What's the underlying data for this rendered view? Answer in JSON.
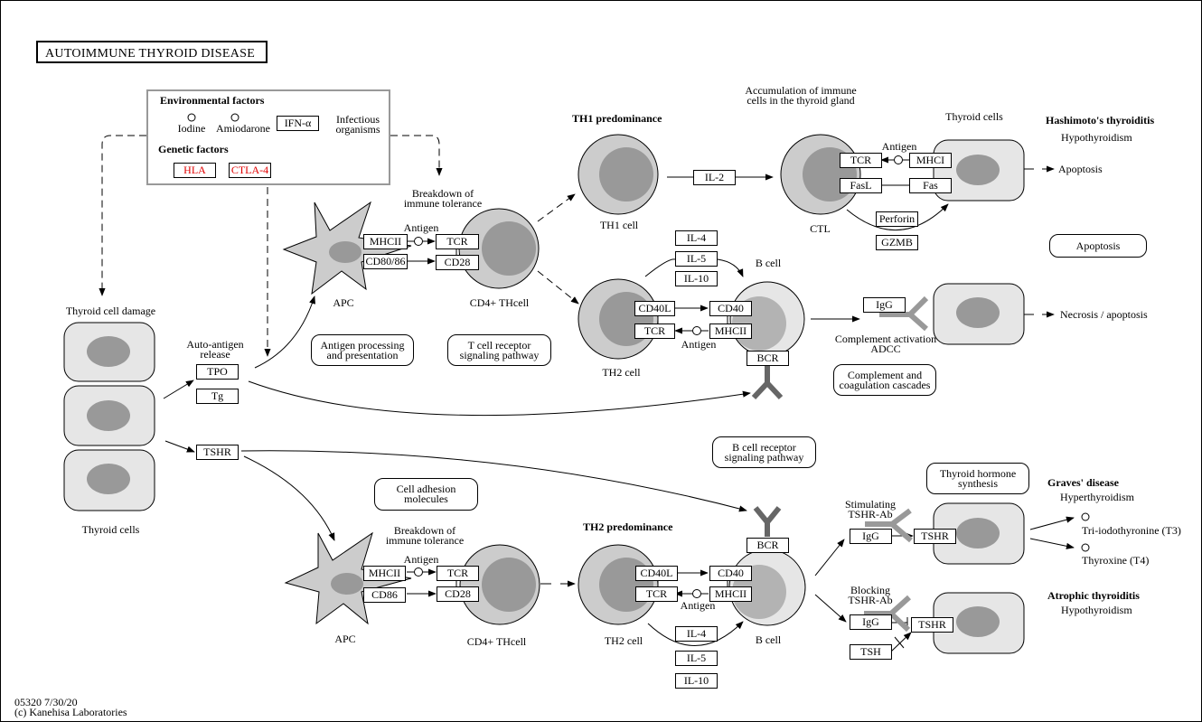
{
  "title": "AUTOIMMUNE  THYROID  DISEASE",
  "colors": {
    "gene_highlight": "#e00000",
    "cell_fill": "#e6e6e6",
    "nucleus": "#999999",
    "apc_fill": "#cccccc",
    "antibody": "#666666",
    "antibody_light": "#999999",
    "factor_border": "#999999"
  },
  "factors": {
    "environmental_heading": "Environmental factors",
    "iodine": "Iodine",
    "amiodarone": "Amiodarone",
    "ifn": "IFN-α",
    "infectious": [
      "Infectious",
      "organisms"
    ],
    "genetic_heading": "Genetic factors",
    "hla": "HLA",
    "ctla4": "CTLA-4"
  },
  "left": {
    "thyroid_cell_damage": "Thyroid cell damage",
    "thyroid_cells": "Thyroid cells",
    "auto_antigen": [
      "Auto-antigen",
      "release"
    ],
    "tpo": "TPO",
    "tg": "Tg",
    "tshr": "TSHR"
  },
  "upper_path": {
    "breakdown": [
      "Breakdown of",
      "immune tolerance"
    ],
    "apc": "APC",
    "antigen": "Antigen",
    "mhcii": "MHCII",
    "cd80_86": "CD80/86",
    "tcr": "TCR",
    "cd28": "CD28",
    "cd4_cell": "CD4+ THcell",
    "antigen_processing": [
      "Antigen processing",
      "and presentation"
    ],
    "tcr_pathway": [
      "T cell receptor",
      "signaling pathway"
    ]
  },
  "th1": {
    "heading": "TH1 predominance",
    "cell": "TH1 cell",
    "il2": "IL-2",
    "accumulation": [
      "Accumulation of immune",
      "cells in the thyroid gland"
    ],
    "ctl": "CTL",
    "tcr": "TCR",
    "fasl": "FasL",
    "antigen": "Antigen",
    "mhci": "MHCI",
    "fas": "Fas",
    "perforin": "Perforin",
    "gzmb": "GZMB",
    "thyroid_cells": "Thyroid cells",
    "apoptosis": "Apoptosis",
    "disease": "Hashimoto's thyroiditis",
    "condition": "Hypothyroidism",
    "apoptosis_pathway": "Apoptosis"
  },
  "th2_upper": {
    "il4": "IL-4",
    "il5": "IL-5",
    "il10": "IL-10",
    "b_cell": "B cell",
    "cd40l": "CD40L",
    "tcr": "TCR",
    "cd40": "CD40",
    "mhcii": "MHCII",
    "antigen": "Antigen",
    "th2_cell": "TH2 cell",
    "bcr": "BCR",
    "igg": "IgG",
    "complement": [
      "Complement activation",
      "ADCC"
    ],
    "necrosis": "Necrosis / apoptosis",
    "complement_pathway": [
      "Complement and",
      "coagulation cascades"
    ]
  },
  "lower_path": {
    "bcr_pathway": [
      "B cell receptor",
      "signaling pathway"
    ],
    "cell_adhesion": [
      "Cell adhesion",
      "molecules"
    ],
    "breakdown": [
      "Breakdown of",
      "immune tolerance"
    ],
    "antigen": "Antigen",
    "mhcii": "MHCII",
    "cd86": "CD86",
    "tcr": "TCR",
    "cd28": "CD28",
    "apc": "APC",
    "cd4_cell": "CD4+ THcell",
    "th2_heading": "TH2 predominance",
    "th2_cell": "TH2 cell",
    "cd40l": "CD40L",
    "tcr2": "TCR",
    "cd40": "CD40",
    "mhcii2": "MHCII",
    "antigen2": "Antigen",
    "bcr": "BCR",
    "b_cell": "B cell",
    "il4": "IL-4",
    "il5": "IL-5",
    "il10": "IL-10"
  },
  "graves": {
    "thyroid_hormone": [
      "Thyroid hormone",
      "synthesis"
    ],
    "stimulating": [
      "Stimulating",
      "TSHR-Ab"
    ],
    "igg": "IgG",
    "tshr": "TSHR",
    "disease": "Graves' disease",
    "condition": "Hyperthyroidism",
    "t3": "Tri-iodothyronine (T3)",
    "t4": "Thyroxine (T4)"
  },
  "atrophic": {
    "blocking": [
      "Blocking",
      "TSHR-Ab"
    ],
    "igg": "IgG",
    "tshr": "TSHR",
    "tsh": "TSH",
    "disease": "Atrophic thyroiditis",
    "condition": "Hypothyroidism"
  },
  "footer": {
    "id_date": "05320 7/30/20",
    "copyright": "(c) Kanehisa Laboratories"
  }
}
